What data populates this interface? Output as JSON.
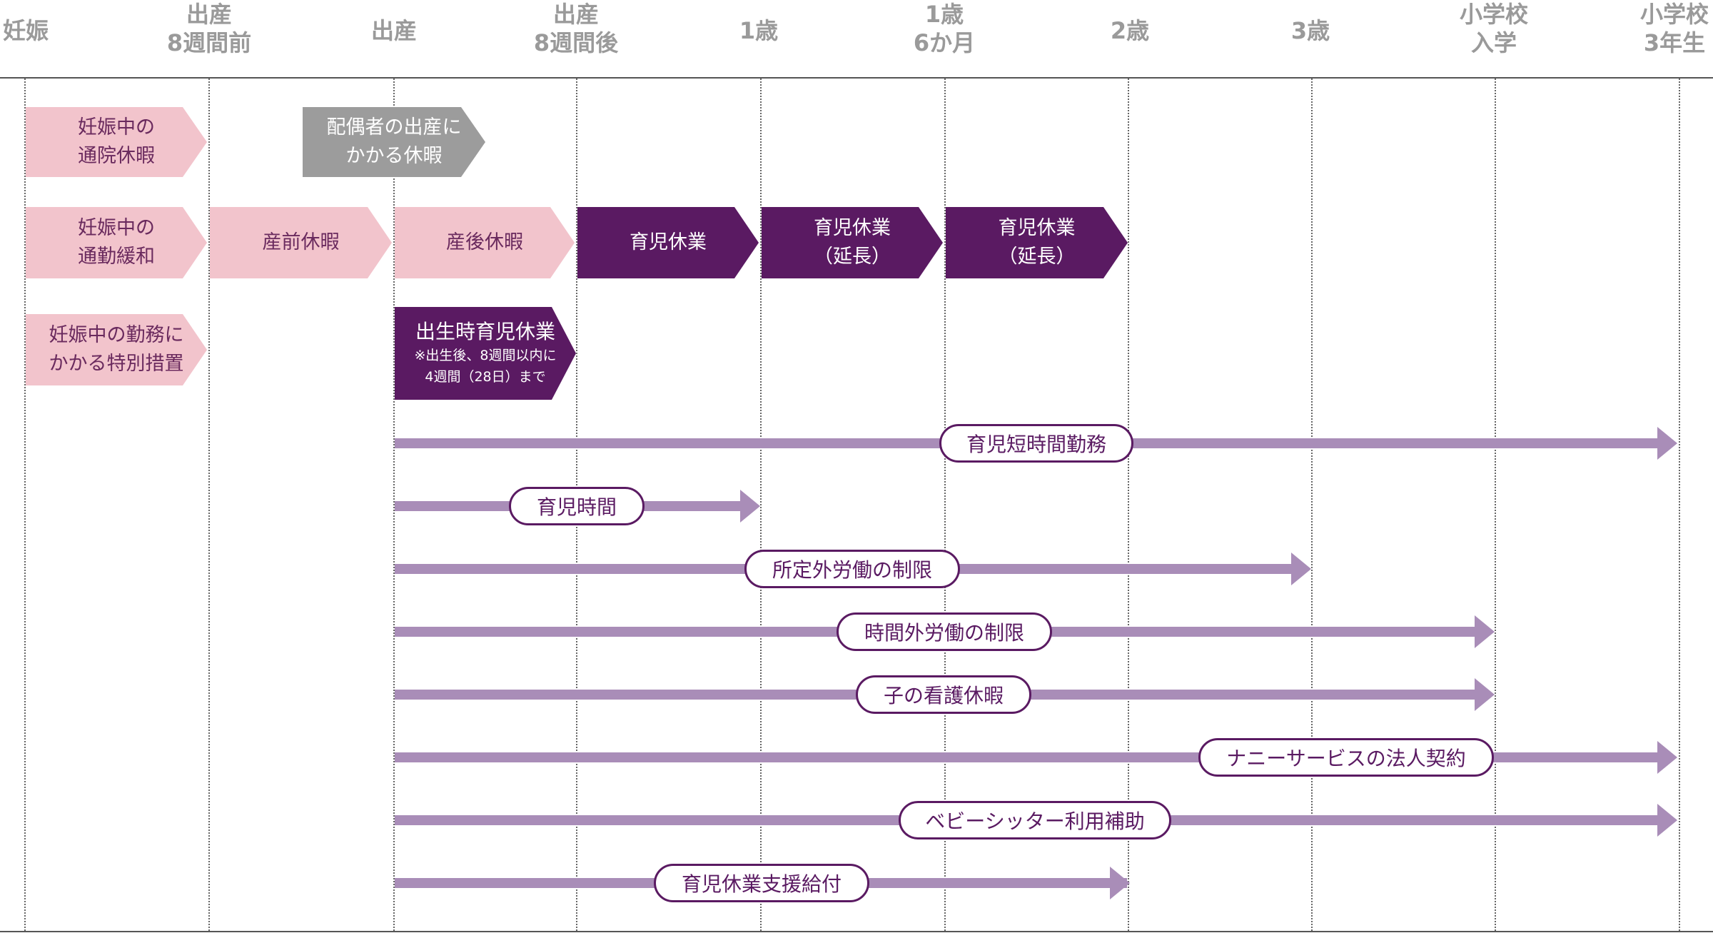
{
  "timeline": {
    "milestones": [
      {
        "key": "pregnancy",
        "lines": [
          "妊娠"
        ]
      },
      {
        "key": "pre8w",
        "lines": [
          "出産",
          "8週間前"
        ]
      },
      {
        "key": "birth",
        "lines": [
          "出産"
        ]
      },
      {
        "key": "post8w",
        "lines": [
          "出産",
          "8週間後"
        ]
      },
      {
        "key": "age1",
        "lines": [
          "1歳"
        ]
      },
      {
        "key": "age1_6m",
        "lines": [
          "1歳",
          "6か月"
        ]
      },
      {
        "key": "age2",
        "lines": [
          "2歳"
        ]
      },
      {
        "key": "age3",
        "lines": [
          "3歳"
        ]
      },
      {
        "key": "school",
        "lines": [
          "小学校",
          "入学"
        ]
      },
      {
        "key": "grade3",
        "lines": [
          "小学校",
          "3年生"
        ]
      }
    ]
  },
  "leave_blocks": [
    {
      "id": "prenatal-visit-leave",
      "lines": [
        "妊娠中の",
        "通院休暇"
      ],
      "style": "pink"
    },
    {
      "id": "spouse-birth-leave",
      "lines": [
        "配偶者の出産に",
        "かかる休暇"
      ],
      "style": "gray"
    },
    {
      "id": "commute-relief",
      "lines": [
        "妊娠中の",
        "通勤緩和"
      ],
      "style": "pink"
    },
    {
      "id": "prenatal-leave",
      "lines": [
        "産前休暇"
      ],
      "style": "pink"
    },
    {
      "id": "postnatal-leave",
      "lines": [
        "産後休暇"
      ],
      "style": "pink"
    },
    {
      "id": "childcare-leave",
      "lines": [
        "育児休業"
      ],
      "style": "dark"
    },
    {
      "id": "childcare-leave-ext1",
      "lines": [
        "育児休業",
        "（延長）"
      ],
      "style": "dark"
    },
    {
      "id": "childcare-leave-ext2",
      "lines": [
        "育児休業",
        "（延長）"
      ],
      "style": "dark"
    },
    {
      "id": "special-measures",
      "lines": [
        "妊娠中の勤務に",
        "かかる特別措置"
      ],
      "style": "pink"
    },
    {
      "id": "paternity-leave",
      "lines": [
        "出生時育児休業"
      ],
      "note": [
        "※出生後、8週間以内に",
        "4週間（28日）まで"
      ],
      "style": "dark"
    }
  ],
  "programs": [
    {
      "id": "short-hours",
      "label": "育児短時間勤務"
    },
    {
      "id": "nursing-time",
      "label": "育児時間"
    },
    {
      "id": "overtime-limit",
      "label": "所定外労働の制限"
    },
    {
      "id": "extra-hours-limit",
      "label": "時間外労働の制限"
    },
    {
      "id": "child-care-sick-leave",
      "label": "子の看護休暇"
    },
    {
      "id": "nanny-service",
      "label": "ナニーサービスの法人契約"
    },
    {
      "id": "babysitter-subsidy",
      "label": "ベビーシッター利用補助"
    },
    {
      "id": "childcare-support-benefit",
      "label": "育児休業支援給付"
    }
  ],
  "colors": {
    "pink": "#f2c4cc",
    "gray": "#9c9c9c",
    "dark": "#5a1a62",
    "bar": "#a98db8",
    "header": "#9a9a9a"
  }
}
